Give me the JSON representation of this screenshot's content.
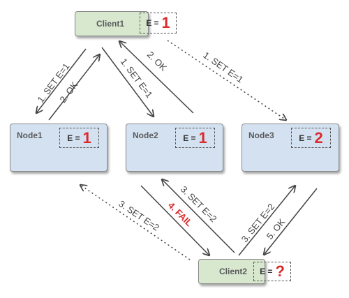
{
  "colors": {
    "value_red": "#d92b2b",
    "arrow": "#444444",
    "client_fill": "#d7e8cf",
    "node_fill": "#d3e1f1"
  },
  "client1": {
    "name": "Client1",
    "key": "E =",
    "value": "1"
  },
  "client2": {
    "name": "Client2",
    "key": "E =",
    "value": "?"
  },
  "node1": {
    "name": "Node1",
    "key": "E =",
    "value": "1"
  },
  "node2": {
    "name": "Node2",
    "key": "E =",
    "value": "1"
  },
  "node3": {
    "name": "Node3",
    "key": "E =",
    "value": "2"
  },
  "arrows": {
    "c1_n1_set": "1. SET E=1",
    "c1_n1_ok": "2. OK",
    "c1_n2_set": "1. SET E=1",
    "c1_n2_ok": "2. OK",
    "c1_n3_set": "1. SET E=1",
    "c2_n1_set": "3. SET E=2",
    "c2_n2_set": "3. SET E=2",
    "c2_n2_fail": "4. FAIL",
    "c2_n3_set": "3. SET E=2",
    "c2_n3_ok": "5. OK"
  }
}
